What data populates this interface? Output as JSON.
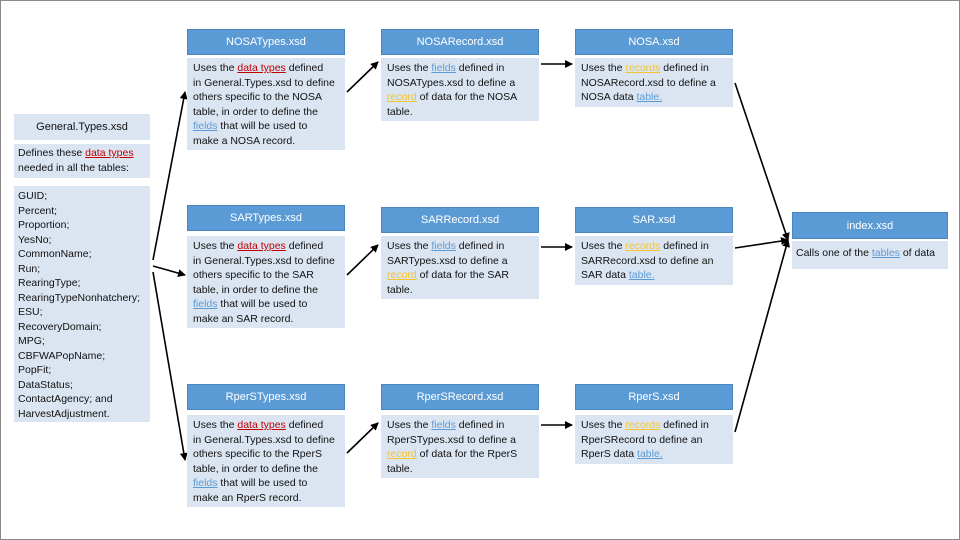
{
  "colors": {
    "header": "#5b9bd5",
    "box": "#dbe5f2",
    "red_term": "#c00000",
    "blue_term": "#5b9bd5",
    "yellow_term": "#f4c430"
  },
  "general": {
    "title": "General.Types.xsd",
    "intro_pre": "Defines these ",
    "intro_term": "data types",
    "intro_post": " needed in all the tables:",
    "items": [
      "GUID;",
      "Percent;",
      "Proportion;",
      "YesNo;",
      "CommonName;",
      "Run;",
      "RearingType;",
      "RearingTypeNonhatchery;",
      "ESU;",
      "RecoveryDomain;",
      "MPG;",
      "CBFWAPopName;",
      "PopFit;",
      "DataStatus;",
      "ContactAgency; and",
      "HarvestAdjustment."
    ]
  },
  "columns": {
    "types": [
      {
        "title": "NOSATypes.xsd",
        "lines": [
          [
            "Uses the ",
            [
              "data types",
              "red"
            ],
            " defined"
          ],
          [
            "in General.Types.xsd to define"
          ],
          [
            "others specific to the NOSA"
          ],
          [
            "table, in order to define the"
          ],
          [
            [
              "fields",
              "blue"
            ],
            " that will be used to"
          ],
          [
            "make a NOSA record."
          ]
        ]
      },
      {
        "title": "SARTypes.xsd",
        "lines": [
          [
            "Uses the ",
            [
              "data types",
              "red"
            ],
            " defined"
          ],
          [
            "in General.Types.xsd to define"
          ],
          [
            "others specific to the SAR"
          ],
          [
            "table, in order to define the"
          ],
          [
            [
              "fields",
              "blue"
            ],
            " that will be used to"
          ],
          [
            "make an SAR record."
          ]
        ]
      },
      {
        "title": "RperSTypes.xsd",
        "lines": [
          [
            "Uses the ",
            [
              "data types",
              "red"
            ],
            " defined"
          ],
          [
            "in General.Types.xsd to define"
          ],
          [
            "others specific to the RperS"
          ],
          [
            "table, in order to define the"
          ],
          [
            [
              "fields",
              "blue"
            ],
            " that will be used to"
          ],
          [
            "make an RperS record."
          ]
        ]
      }
    ],
    "records": [
      {
        "title": "NOSARecord.xsd",
        "lines": [
          [
            "Uses the ",
            [
              "fields",
              "blue"
            ],
            " defined in"
          ],
          [
            "NOSATypes.xsd to define a"
          ],
          [
            [
              "record",
              "yel"
            ],
            " of data for the NOSA"
          ],
          [
            "table."
          ]
        ]
      },
      {
        "title": "SARRecord.xsd",
        "lines": [
          [
            "Uses the ",
            [
              "fields",
              "blue"
            ],
            " defined in"
          ],
          [
            "SARTypes.xsd to define a"
          ],
          [
            [
              "record",
              "yel"
            ],
            " of data for the SAR"
          ],
          [
            "table."
          ]
        ]
      },
      {
        "title": "RperSRecord.xsd",
        "lines": [
          [
            "Uses the ",
            [
              "fields",
              "blue"
            ],
            " defined in"
          ],
          [
            "RperSTypes.xsd to define a"
          ],
          [
            [
              "record",
              "yel"
            ],
            " of data for the RperS"
          ],
          [
            "table."
          ]
        ]
      }
    ],
    "tables": [
      {
        "title": "NOSA.xsd",
        "lines": [
          [
            "Uses the ",
            [
              "records",
              "yel"
            ],
            " defined in"
          ],
          [
            "NOSARecord.xsd to define a"
          ],
          [
            "NOSA data ",
            [
              "table.",
              "blue"
            ]
          ]
        ]
      },
      {
        "title": "SAR.xsd",
        "lines": [
          [
            "Uses the ",
            [
              "records",
              "yel"
            ],
            " defined in"
          ],
          [
            "SARRecord.xsd to define an"
          ],
          [
            "SAR data ",
            [
              "table.",
              "blue"
            ]
          ]
        ]
      },
      {
        "title": "RperS.xsd",
        "lines": [
          [
            "Uses the ",
            [
              "records",
              "yel"
            ],
            " defined in"
          ],
          [
            "RperSRecord to define an"
          ],
          [
            "RperS data ",
            [
              "table.",
              "blue"
            ]
          ]
        ]
      }
    ]
  },
  "index": {
    "title": "index.xsd",
    "desc_pre": "Calls one of the ",
    "desc_term": "tables",
    "desc_post": " of data"
  }
}
